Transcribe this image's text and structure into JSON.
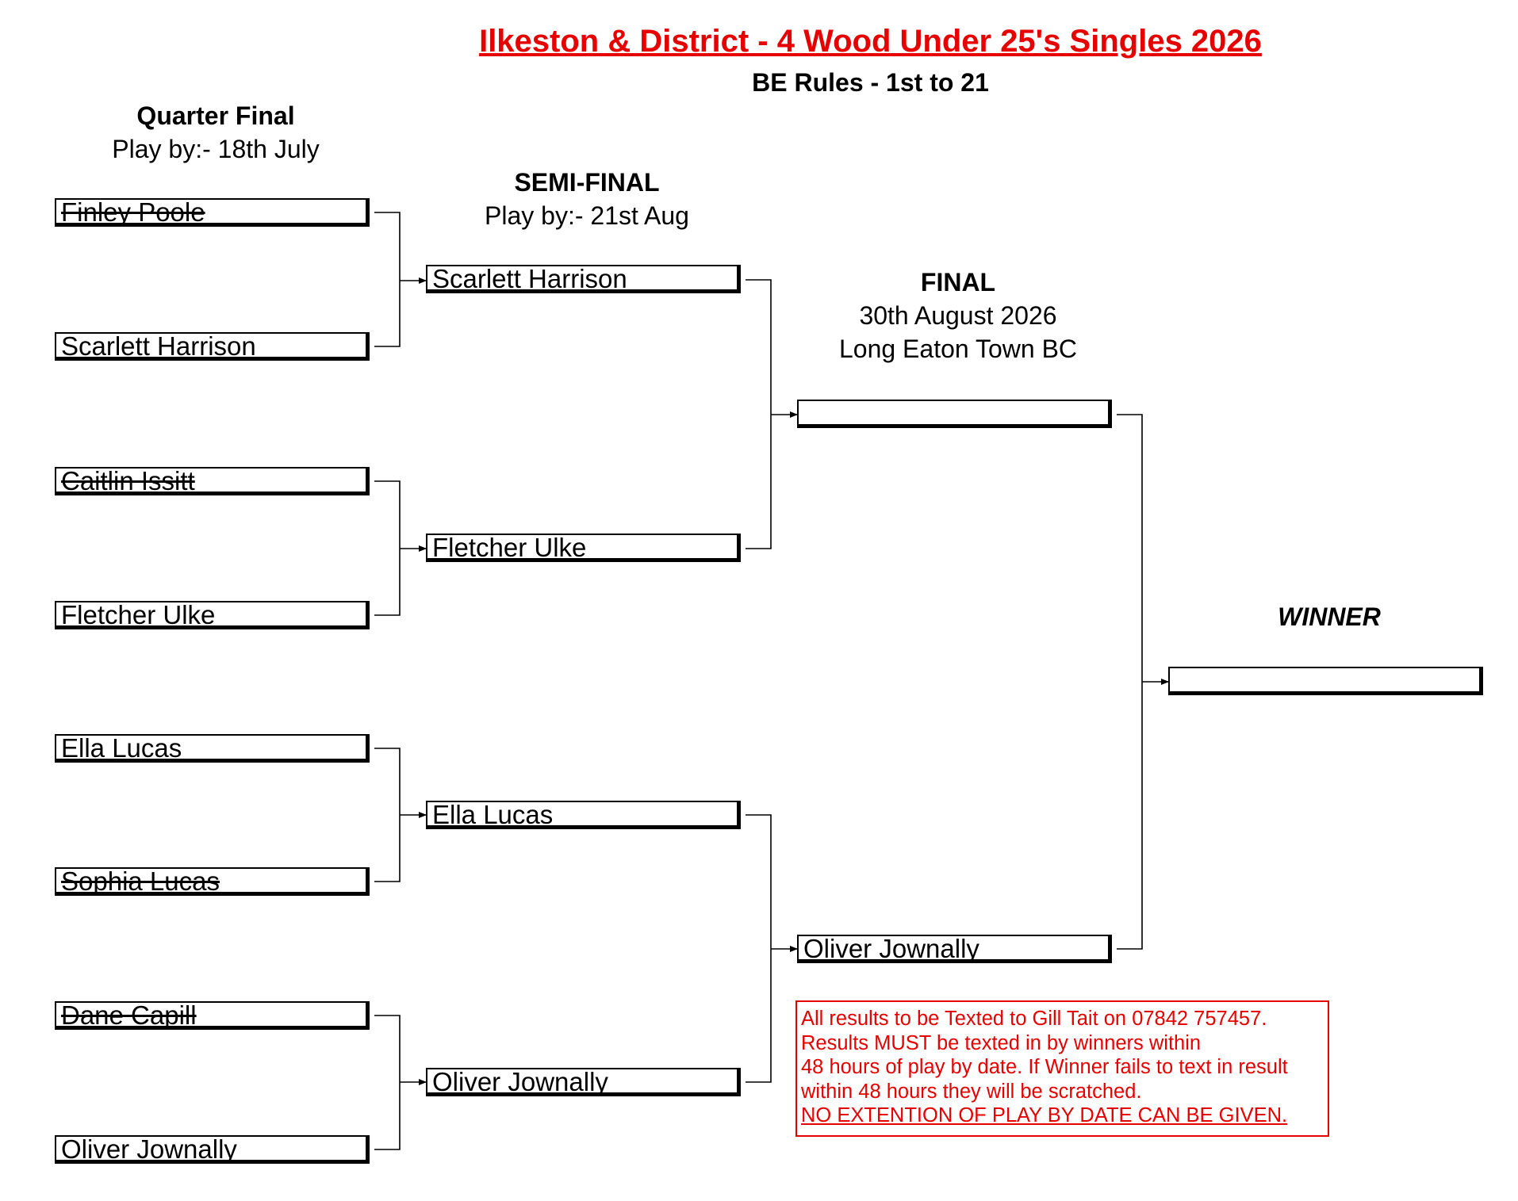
{
  "title": "Ilkeston & District - 4 Wood Under 25's Singles 2026",
  "subtitle": "BE Rules - 1st to 21",
  "rounds": {
    "quarter": {
      "label": "Quarter Final",
      "date": "Play by:- 18th July"
    },
    "semi": {
      "label": "SEMI-FINAL",
      "date": "Play by:- 21st Aug"
    },
    "final": {
      "label": "FINAL",
      "date": "30th August 2026",
      "venue": "Long Eaton Town BC"
    },
    "winner": {
      "label": "WINNER"
    }
  },
  "quarter_finals": [
    {
      "name": "Finley Poole",
      "eliminated": true
    },
    {
      "name": "Scarlett Harrison",
      "eliminated": false
    },
    {
      "name": "Caitlin Issitt",
      "eliminated": true
    },
    {
      "name": "Fletcher Ulke",
      "eliminated": false
    },
    {
      "name": "Ella Lucas",
      "eliminated": false
    },
    {
      "name": "Sophia Lucas",
      "eliminated": true
    },
    {
      "name": "Dane Capill",
      "eliminated": true
    },
    {
      "name": "Oliver Jownally",
      "eliminated": false
    }
  ],
  "semi_finals": [
    {
      "name": "Scarlett Harrison"
    },
    {
      "name": "Fletcher Ulke"
    },
    {
      "name": "Ella Lucas"
    },
    {
      "name": "Oliver Jownally"
    }
  ],
  "final": [
    {
      "name": ""
    },
    {
      "name": "Oliver Jownally"
    }
  ],
  "winner": {
    "name": ""
  },
  "notice": {
    "lines": [
      "All results to be Texted to Gill Tait on 07842 757457.",
      "Results MUST be texted in by winners within",
      "48 hours of play by date. If Winner fails to text in result",
      "within 48 hours they will be scratched."
    ],
    "emphasis": "NO EXTENTION OF PLAY BY DATE CAN BE GIVEN."
  },
  "colors": {
    "title": "#e60000",
    "notice": "#e60000",
    "lines": "#000000"
  }
}
